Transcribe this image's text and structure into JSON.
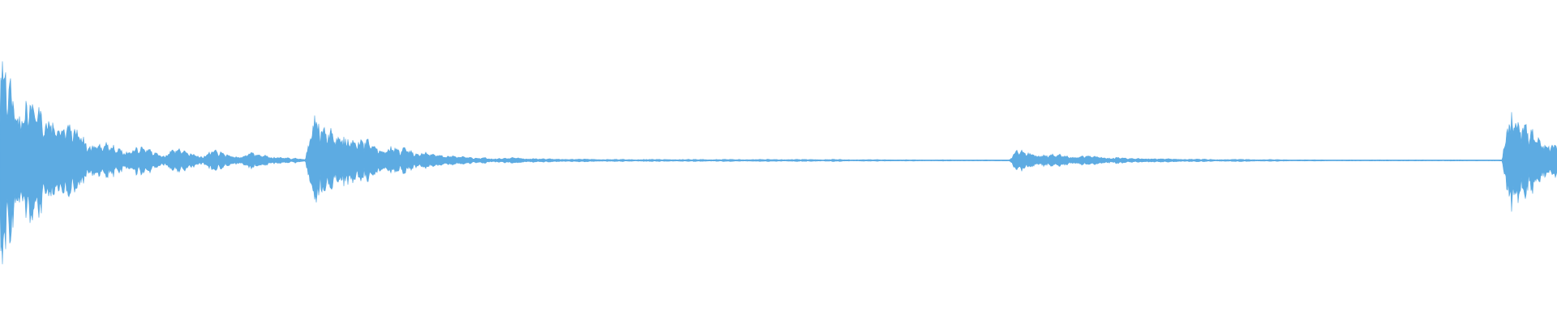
{
  "waveform": {
    "color": "#5DABE2",
    "background": "#FFFFFF",
    "amplitude_envelope": [
      0.92,
      0.85,
      0.7,
      0.55,
      0.62,
      0.45,
      0.4,
      0.52,
      0.35,
      0.3,
      0.28,
      0.2,
      0.18,
      0.16,
      0.15,
      0.12,
      0.1,
      0.14,
      0.12,
      0.1,
      0.08,
      0.06,
      0.12,
      0.1,
      0.08,
      0.06,
      0.05,
      0.1,
      0.08,
      0.06,
      0.05,
      0.04,
      0.08,
      0.06,
      0.05,
      0.04,
      0.03,
      0.02,
      0.02,
      0.01,
      0.55,
      0.35,
      0.28,
      0.24,
      0.3,
      0.22,
      0.18,
      0.2,
      0.16,
      0.12,
      0.14,
      0.1,
      0.12,
      0.08,
      0.1,
      0.06,
      0.05,
      0.04,
      0.06,
      0.04,
      0.03,
      0.02,
      0.03,
      0.02,
      0.02,
      0.02,
      0.03,
      0.02,
      0.02,
      0.015,
      0.015,
      0.015,
      0.015,
      0.012,
      0.012,
      0.012,
      0.012,
      0.01,
      0.01,
      0.01,
      0.01,
      0.01,
      0.01,
      0.01,
      0.01,
      0.01,
      0.01,
      0.01,
      0.01,
      0.01,
      0.01,
      0.01,
      0.01,
      0.01,
      0.01,
      0.01,
      0.01,
      0.01,
      0.01,
      0.01,
      0.012,
      0.01,
      0.01,
      0.01,
      0.01,
      0.01,
      0.01,
      0.01,
      0.008,
      0.008,
      0.008,
      0.008,
      0.008,
      0.008,
      0.008,
      0.006,
      0.006,
      0.006,
      0.006,
      0.006,
      0.006,
      0.006,
      0.005,
      0.005,
      0.005,
      0.005,
      0.005,
      0.005,
      0.005,
      0.005,
      0.1,
      0.08,
      0.07,
      0.06,
      0.05,
      0.06,
      0.05,
      0.04,
      0.05,
      0.04,
      0.04,
      0.03,
      0.03,
      0.03,
      0.02,
      0.02,
      0.02,
      0.02,
      0.015,
      0.015,
      0.015,
      0.015,
      0.012,
      0.012,
      0.012,
      0.01,
      0.01,
      0.01,
      0.01,
      0.01,
      0.01,
      0.008,
      0.008,
      0.008,
      0.008,
      0.006,
      0.006,
      0.006,
      0.006,
      0.006,
      0.005,
      0.005,
      0.005,
      0.005,
      0.005,
      0.005,
      0.005,
      0.005,
      0.005,
      0.005,
      0.005,
      0.005,
      0.005,
      0.005,
      0.005,
      0.005,
      0.005,
      0.005,
      0.005,
      0.004,
      0.004,
      0.004,
      0.004,
      0.65,
      0.45,
      0.32,
      0.26,
      0.2,
      0.18,
      0.15
    ]
  }
}
